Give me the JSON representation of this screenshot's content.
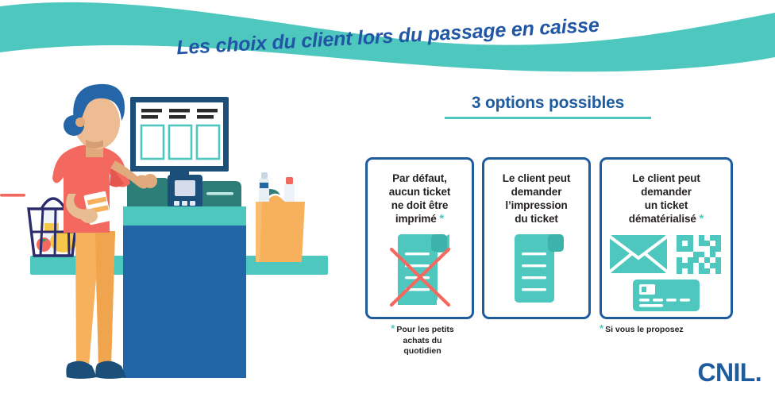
{
  "header": {
    "title": "Les choix du client lors du passage en caisse",
    "banner_color": "#4ec8bf",
    "title_color": "#2156a5"
  },
  "section": {
    "heading": "3 options possibles",
    "heading_color": "#1f5c9e",
    "rule_color": "#4ec8bf"
  },
  "cards": [
    {
      "id": "default-no-ticket",
      "title": "Par défaut,\naucun ticket\nne doit être\nimprimé",
      "line1": "Par défaut,",
      "line2": "aucun ticket",
      "line3": "ne doit être",
      "line4": "imprimé",
      "asterisk": "*",
      "icon": "receipt-crossed-out-icon",
      "icon_color": "#4ec8bf",
      "cross_color": "#f2706b"
    },
    {
      "id": "print-ticket",
      "title": "Le client peut\ndemander\nl’impression\ndu ticket",
      "line1": "Le client peut",
      "line2": "demander",
      "line3": "l’impression",
      "line4": "du ticket",
      "asterisk": "",
      "icon": "receipt-icon",
      "icon_color": "#4ec8bf"
    },
    {
      "id": "digital-ticket",
      "title": "Le client peut\ndemander\nun ticket\ndématérialisé",
      "line1": "Le client peut",
      "line2": "demander",
      "line3": "un ticket",
      "line4": "dématérialisé",
      "asterisk": "*",
      "icon": "envelope-qrcode-card-icon",
      "icon_color": "#4ec8bf"
    }
  ],
  "footnotes": [
    {
      "star": "*",
      "line1": "Pour les petits",
      "line2": "achats du",
      "line3": "quotidien"
    },
    {
      "star": "*",
      "line1": "Si vous le proposez",
      "line2": "",
      "line3": ""
    }
  ],
  "logo": {
    "text": "CNIL.",
    "color": "#1f5c9e"
  },
  "illustration": {
    "name": "customer-at-checkout-counter",
    "elements": [
      "shopper-with-blue-hair",
      "self-checkout-screen",
      "payment-terminal",
      "shopping-basket",
      "grocery-bag",
      "counter"
    ],
    "palette": {
      "teal": "#4ec8bf",
      "deep_teal": "#2d7d78",
      "blue": "#2266a8",
      "navy": "#1c4e7a",
      "coral": "#f4695f",
      "skin": "#eab58d",
      "orange": "#f7b05b",
      "hair_blue": "#2566a8"
    }
  }
}
